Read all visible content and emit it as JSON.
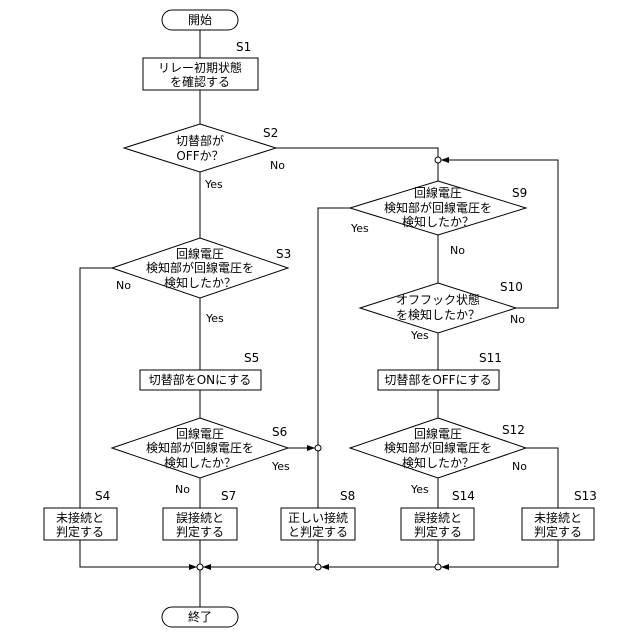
{
  "nodes": {
    "start": {
      "label": "開始"
    },
    "s1": {
      "step": "S1",
      "lines": [
        "リレー初期状態",
        "を確認する"
      ]
    },
    "s2": {
      "step": "S2",
      "lines": [
        "切替部が",
        "OFFか？"
      ]
    },
    "s3": {
      "step": "S3",
      "lines": [
        "回線電圧",
        "検知部が回線電圧を",
        "検知したか？"
      ]
    },
    "s4": {
      "step": "S4",
      "lines": [
        "未接続と",
        "判定する"
      ]
    },
    "s5": {
      "step": "S5",
      "lines": [
        "切替部をONにする"
      ]
    },
    "s6": {
      "step": "S6",
      "lines": [
        "回線電圧",
        "検知部が回線電圧を",
        "検知したか？"
      ]
    },
    "s7": {
      "step": "S7",
      "lines": [
        "誤接続と",
        "判定する"
      ]
    },
    "s8": {
      "step": "S8",
      "lines": [
        "正しい接続",
        "と判定する"
      ]
    },
    "s9": {
      "step": "S9",
      "lines": [
        "回線電圧",
        "検知部が回線電圧を",
        "検知したか？"
      ]
    },
    "s10": {
      "step": "S10",
      "lines": [
        "オフフック状態",
        "を検知したか？"
      ]
    },
    "s11": {
      "step": "S11",
      "lines": [
        "切替部をOFFにする"
      ]
    },
    "s12": {
      "step": "S12",
      "lines": [
        "回線電圧",
        "検知部が回線電圧を",
        "検知したか？"
      ]
    },
    "s13": {
      "step": "S13",
      "lines": [
        "未接続と",
        "判定する"
      ]
    },
    "s14": {
      "step": "S14",
      "lines": [
        "誤接続と",
        "判定する"
      ]
    },
    "end": {
      "label": "終了"
    }
  },
  "branches": {
    "s2": {
      "yes": "Yes",
      "no": "No"
    },
    "s3": {
      "yes": "Yes",
      "no": "No"
    },
    "s6": {
      "yes": "Yes",
      "no": "No"
    },
    "s9": {
      "yes": "Yes",
      "no": "No"
    },
    "s10": {
      "yes": "Yes",
      "no": "No"
    },
    "s12": {
      "yes": "Yes",
      "no": "No"
    }
  }
}
